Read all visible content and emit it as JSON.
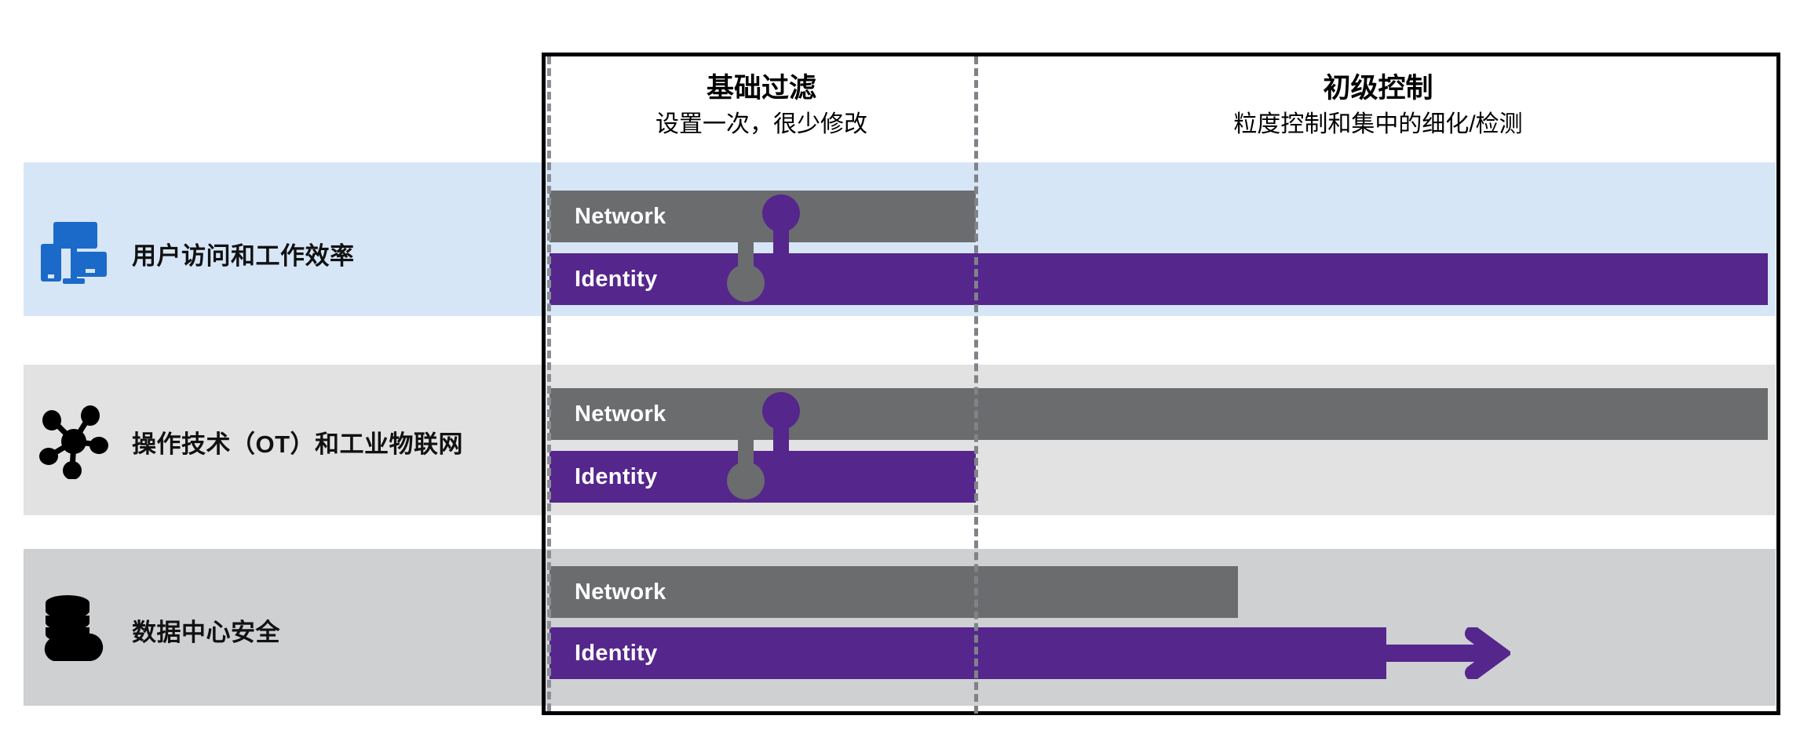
{
  "columns": [
    {
      "title": "基础过滤",
      "subtitle": "设置一次，很少修改"
    },
    {
      "title": "初级控制",
      "subtitle": "粒度控制和集中的细化/检测"
    }
  ],
  "rows": [
    {
      "label": "用户访问和工作效率",
      "icon": "devices-icon",
      "band_color": "#d6e6f7",
      "bars": [
        {
          "label": "Network",
          "color": "#6a6c6e",
          "reach": "基础过滤"
        },
        {
          "label": "Identity",
          "color": "#55268c",
          "reach": "初级控制"
        }
      ]
    },
    {
      "label": "操作技术（OT）和工业物联网",
      "icon": "iot-network-icon",
      "band_color": "#e2e2e2",
      "bars": [
        {
          "label": "Network",
          "color": "#6a6c6e",
          "reach": "初级控制"
        },
        {
          "label": "Identity",
          "color": "#55268c",
          "reach": "基础过滤"
        }
      ]
    },
    {
      "label": "数据中心安全",
      "icon": "database-cloud-icon",
      "band_color": "#cfd0d2",
      "bars": [
        {
          "label": "Network",
          "color": "#6a6c6e",
          "reach": "初级控制（部分）"
        },
        {
          "label": "Identity",
          "color": "#55268c",
          "reach": "初级控制（延伸）"
        }
      ]
    }
  ],
  "colors": {
    "network_grey": "#6a6c6e",
    "identity_purple": "#55268c",
    "row1_band": "#d6e6f7",
    "row2_band": "#e2e2e2",
    "row3_band": "#cfd0d2",
    "icon_blue": "#1b6ac9",
    "frame_black": "#000000",
    "divider_grey": "#7f8389"
  }
}
